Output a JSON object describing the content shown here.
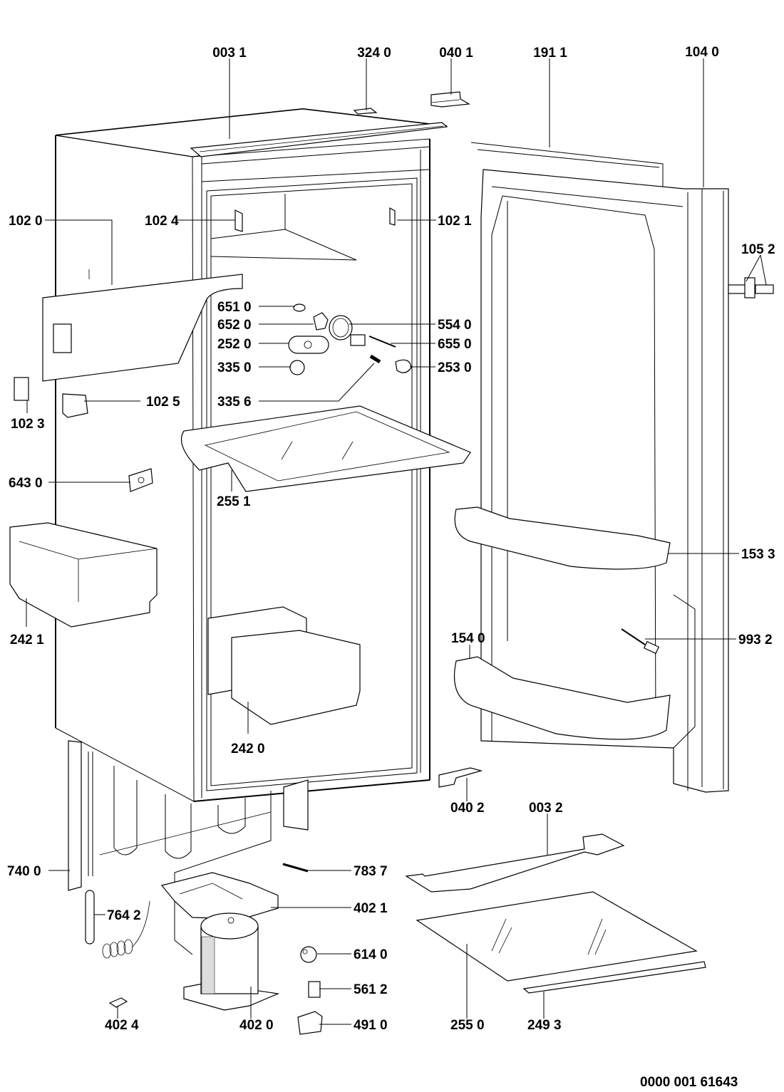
{
  "diagram": {
    "title": "Refrigerator exploded parts diagram",
    "document_number": "0000 001 61643",
    "callouts": [
      {
        "id": "c0031",
        "label": "003 1",
        "part": "top trim strip"
      },
      {
        "id": "c3240",
        "label": "324 0",
        "part": "small clip"
      },
      {
        "id": "c0401",
        "label": "040 1",
        "part": "upper hinge bracket"
      },
      {
        "id": "c1911",
        "label": "191 1",
        "part": "door gasket"
      },
      {
        "id": "c1040",
        "label": "104 0",
        "part": "door"
      },
      {
        "id": "c1020",
        "label": "102 0",
        "part": "side cover panel"
      },
      {
        "id": "c1024",
        "label": "102 4",
        "part": "left shelf support"
      },
      {
        "id": "c1021",
        "label": "102 1",
        "part": "right shelf support"
      },
      {
        "id": "c1052",
        "label": "105 2",
        "part": "door hinge"
      },
      {
        "id": "c6510",
        "label": "651 0",
        "part": "lamp bulb"
      },
      {
        "id": "c6520",
        "label": "652 0",
        "part": "lamp socket"
      },
      {
        "id": "c5540",
        "label": "554 0",
        "part": "lamp ring"
      },
      {
        "id": "c2520",
        "label": "252 0",
        "part": "control housing"
      },
      {
        "id": "c6550",
        "label": "655 0",
        "part": "switch rod"
      },
      {
        "id": "c3350",
        "label": "335 0",
        "part": "thermostat knob"
      },
      {
        "id": "c2530",
        "label": "253 0",
        "part": "lamp cover"
      },
      {
        "id": "c3356",
        "label": "335 6",
        "part": "spring"
      },
      {
        "id": "c1023",
        "label": "102 3",
        "part": "vertical bracket"
      },
      {
        "id": "c1025",
        "label": "102 5",
        "part": "corner block"
      },
      {
        "id": "c6430",
        "label": "643 0",
        "part": "plate"
      },
      {
        "id": "c2551",
        "label": "255 1",
        "part": "glass shelf with trim"
      },
      {
        "id": "c2421",
        "label": "242 1",
        "part": "crisper drawer"
      },
      {
        "id": "c1533",
        "label": "153 3",
        "part": "upper door bin"
      },
      {
        "id": "c1540",
        "label": "154 0",
        "part": "lower door bin"
      },
      {
        "id": "c9932",
        "label": "993 2",
        "part": "sensor probe"
      },
      {
        "id": "c2420",
        "label": "242 0",
        "part": "inner drawer"
      },
      {
        "id": "c0402",
        "label": "040 2",
        "part": "lower hinge bracket"
      },
      {
        "id": "c0032",
        "label": "003 2",
        "part": "bottom trim strip"
      },
      {
        "id": "c7400",
        "label": "740 0",
        "part": "condenser bracket"
      },
      {
        "id": "c7837",
        "label": "783 7",
        "part": "capillary pin"
      },
      {
        "id": "c4021",
        "label": "402 1",
        "part": "drip tray"
      },
      {
        "id": "c7642",
        "label": "764 2",
        "part": "filter drier"
      },
      {
        "id": "c6140",
        "label": "614 0",
        "part": "relay"
      },
      {
        "id": "c5612",
        "label": "561 2",
        "part": "overload protector"
      },
      {
        "id": "c4020",
        "label": "402 0",
        "part": "compressor"
      },
      {
        "id": "c4024",
        "label": "402 4",
        "part": "clip"
      },
      {
        "id": "c4910",
        "label": "491 0",
        "part": "terminal cover"
      },
      {
        "id": "c2550",
        "label": "255 0",
        "part": "glass shelf"
      },
      {
        "id": "c2493",
        "label": "249 3",
        "part": "shelf trim"
      }
    ]
  }
}
